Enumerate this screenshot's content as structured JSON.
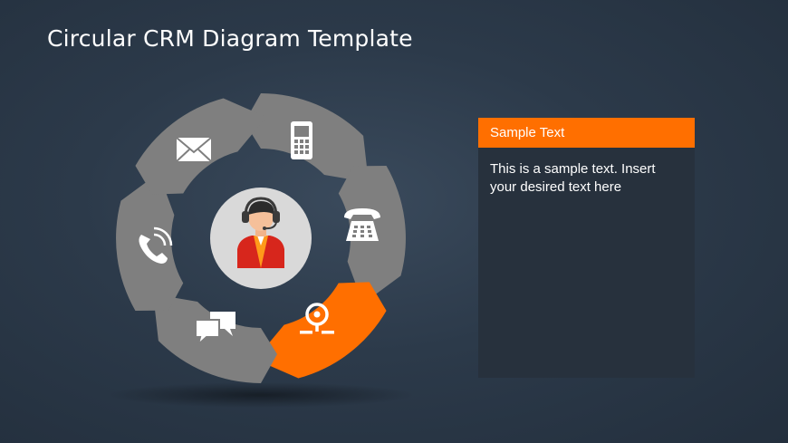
{
  "slide": {
    "title": "Circular CRM Diagram Template"
  },
  "panel": {
    "header": "Sample Text",
    "body": "This is a sample text. Insert your desired text here"
  },
  "diagram": {
    "center_icon": "customer-support-agent-icon",
    "segments": [
      {
        "icon": "mobile-phone-icon",
        "color": "#7f7f7f"
      },
      {
        "icon": "telephone-icon",
        "color": "#7f7f7f"
      },
      {
        "icon": "location-pin-icon",
        "color": "#ff6f00"
      },
      {
        "icon": "chat-bubbles-icon",
        "color": "#7f7f7f"
      },
      {
        "icon": "phone-call-icon",
        "color": "#7f7f7f"
      },
      {
        "icon": "envelope-icon",
        "color": "#7f7f7f"
      }
    ],
    "colors": {
      "segment_gray": "#7f7f7f",
      "highlight_orange": "#ff6f00",
      "center_circle": "#d9d9d9"
    }
  }
}
